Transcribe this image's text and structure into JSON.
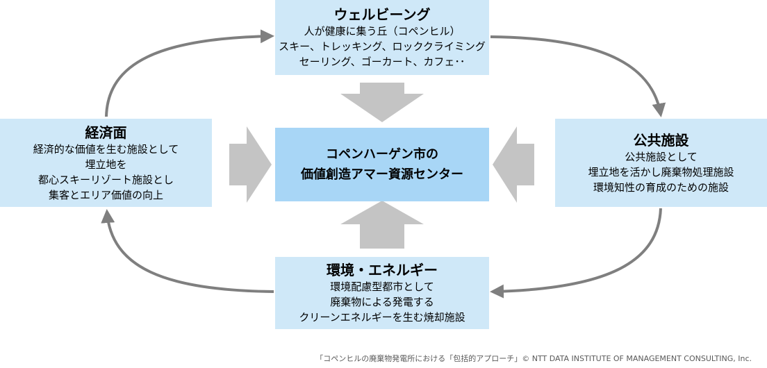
{
  "top_box": {
    "title": "ウェルビーング",
    "lines": [
      "人が健康に集う丘（コペンヒル）",
      "スキー、トレッキング、ロッククライミング",
      "セーリング、ゴーカート、カフェ･･"
    ]
  },
  "left_box": {
    "title": "経済面",
    "lines": [
      "経済的な価値を生む施設として",
      "埋立地を",
      "都心スキーリゾート施設とし",
      "集客とエリア価値の向上"
    ]
  },
  "right_box": {
    "title": "公共施設",
    "lines": [
      "公共施設として",
      "埋立地を活かし廃棄物処理施設",
      "環境知性の育成のための施設"
    ]
  },
  "bottom_box": {
    "title": "環境・エネルギー",
    "lines": [
      "環境配慮型都市として",
      "廃棄物による発電する",
      "クリーンエネルギーを生む焼却施設"
    ]
  },
  "center_box": {
    "title_lines": [
      "コペンハーゲン市の",
      "価値創造アマー資源センター"
    ]
  },
  "colors": {
    "box_fill": "#cfe8f8",
    "center_fill": "#a8d6f6",
    "arrow_gray": "#c4c4c4",
    "cycle_arrow": "#7f7f7f"
  },
  "footer": {
    "text": "「コペンヒルの廃棄物発電所における「包括的アプローチ」© NTT DATA INSTITUTE OF MANAGEMENT CONSULTING, Inc."
  }
}
